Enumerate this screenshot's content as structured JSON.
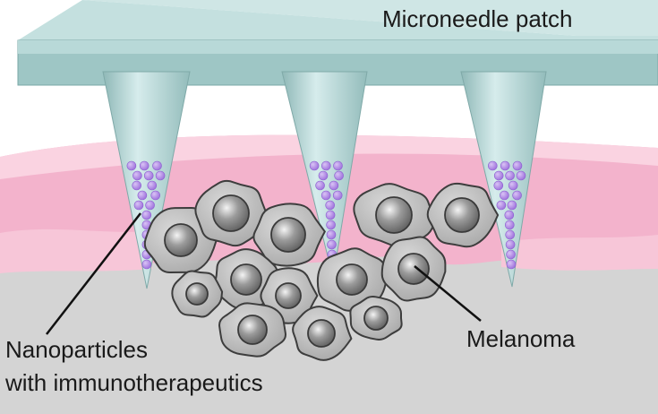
{
  "labels": {
    "patch": "Microneedle patch",
    "nanoparticles_line1": "Nanoparticles",
    "nanoparticles_line2": "with immunotherapeutics",
    "melanoma": "Melanoma"
  },
  "colors": {
    "patch_top": "#c6e3e2",
    "patch_front": "#8fbcbc",
    "needle": "#a9cccb",
    "skin_pink": "#f3a9c6",
    "skin_pink_light": "#fbd3e2",
    "tissue": "#d6d6d6",
    "cell": "#b5b5b5",
    "nucleus": "#8a8a8a",
    "nanoparticle": "#a77be0"
  }
}
